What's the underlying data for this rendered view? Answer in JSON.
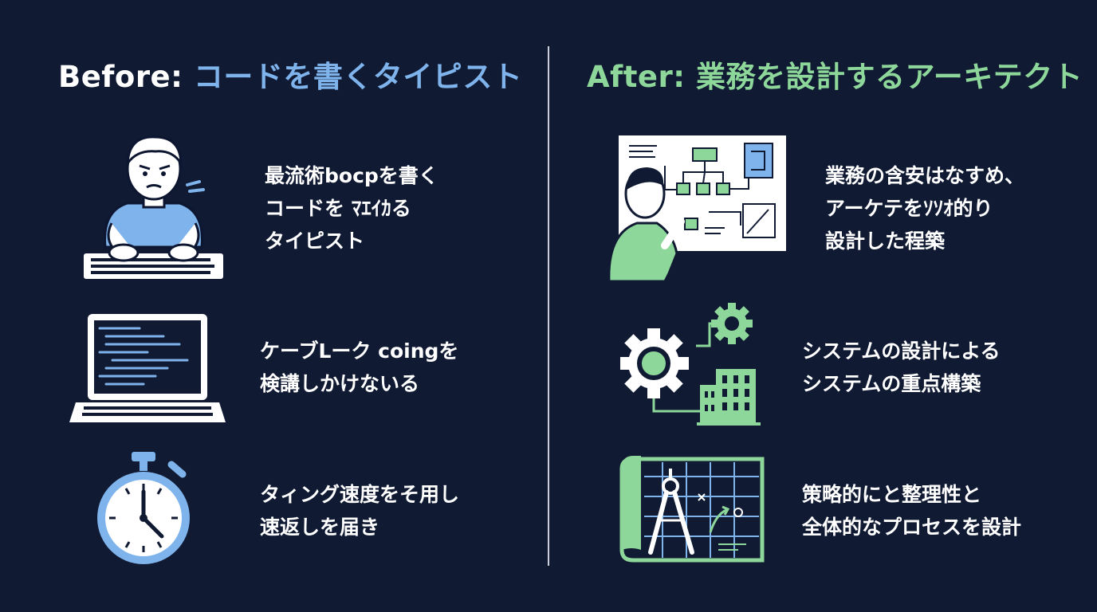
{
  "before": {
    "heading_prefix": "Before:",
    "heading_accent": "コードを書くタイピスト",
    "items": [
      {
        "icon": "typing-person-icon",
        "lines": [
          "最流術bocpを書く",
          "コードを ﾏｴｲｶる",
          "タイピスト"
        ]
      },
      {
        "icon": "laptop-code-icon",
        "lines": [
          "ケーブLーク coingを",
          "検講しかけないる"
        ]
      },
      {
        "icon": "stopwatch-icon",
        "lines": [
          "タィング速度をそ用し",
          "速返しを届き"
        ]
      }
    ]
  },
  "after": {
    "heading_prefix": "After:",
    "heading_accent": "業務を設計するアーキテクト",
    "items": [
      {
        "icon": "architect-whiteboard-icon",
        "lines": [
          "業務の含安はなすめ、",
          "アーケテをｿｿｵ的り",
          "設計した程築"
        ]
      },
      {
        "icon": "gear-building-icon",
        "lines": [
          "システムの設計による",
          "システムの重点構築"
        ]
      },
      {
        "icon": "blueprint-compass-icon",
        "lines": [
          "策略的にと整理性と",
          "全体的なプロセスを設計"
        ]
      }
    ]
  },
  "colors": {
    "background": "#101a33",
    "before_accent": "#7fb3ec",
    "after_accent": "#8ed79a",
    "divider": "#c9ced8"
  }
}
